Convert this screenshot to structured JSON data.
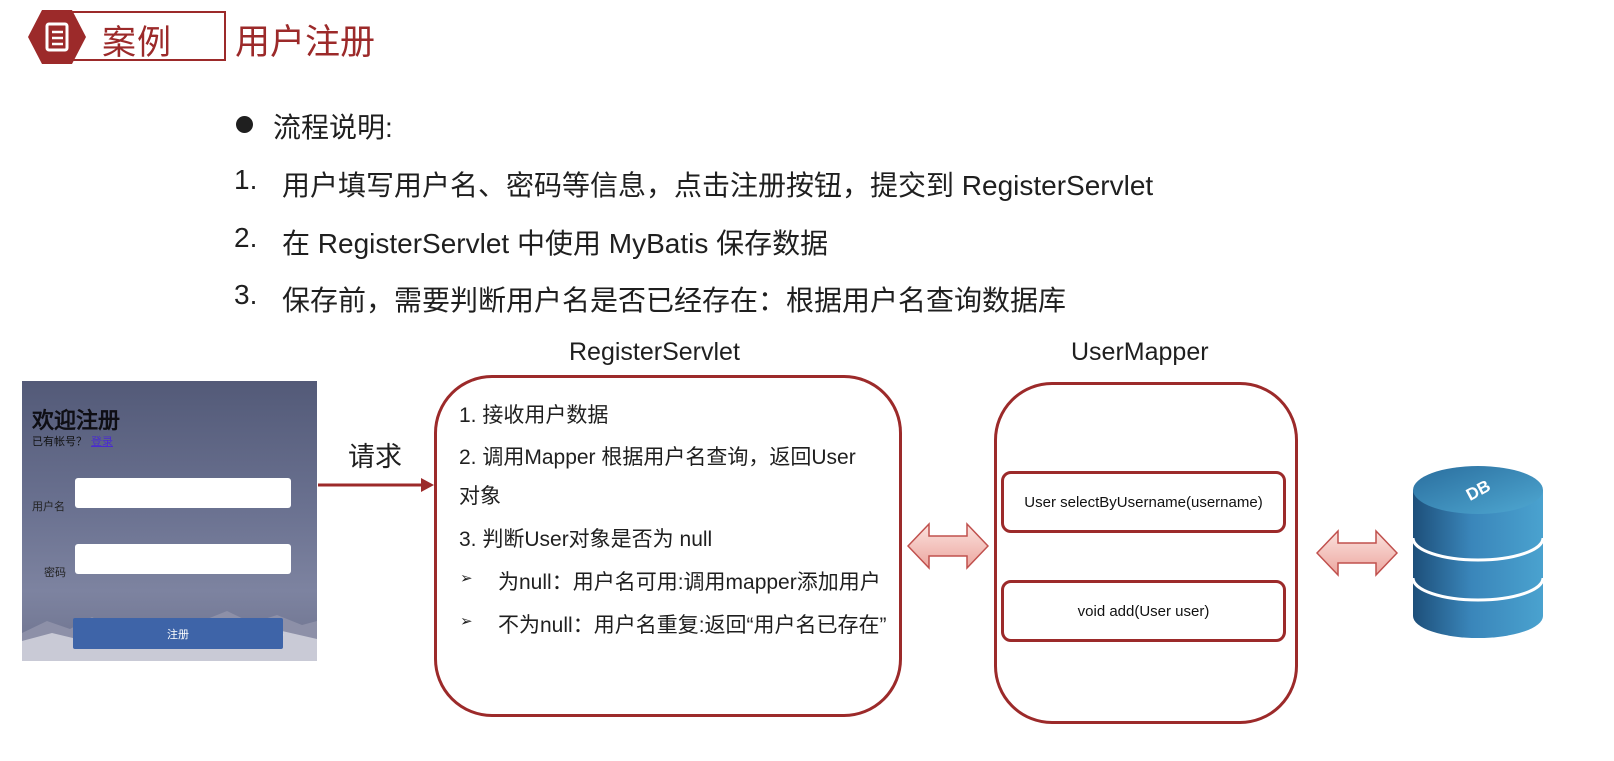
{
  "header": {
    "case_label": "案例",
    "title": "用户注册"
  },
  "process": {
    "heading": "流程说明:",
    "steps": [
      {
        "num": "1.",
        "text": "用户填写用户名、密码等信息，点击注册按钮，提交到 RegisterServlet"
      },
      {
        "num": "2.",
        "text": "在 RegisterServlet 中使用 MyBatis 保存数据"
      },
      {
        "num": "3.",
        "text": "保存前，需要判断用户名是否已经存在：根据用户名查询数据库"
      }
    ]
  },
  "register_form": {
    "title": "欢迎注册",
    "hint_text": "已有帐号？",
    "login_link": "登录",
    "username_label": "用户名",
    "password_label": "密码",
    "submit_label": "注册"
  },
  "request_label": "请求",
  "servlet": {
    "title": "RegisterServlet",
    "steps": [
      "1. 接收用户数据",
      "2. 调用Mapper 根据用户名查询，返回User",
      "对象",
      "3. 判断User对象是否为 null"
    ],
    "sub_steps": [
      "为null：用户名可用:调用mapper添加用户",
      "不为null：用户名重复:返回“用户名已存在”"
    ],
    "sub_marker": "➢"
  },
  "mapper": {
    "title": "UserMapper",
    "methods": [
      "User selectByUsername(username)",
      "void add(User user)"
    ]
  },
  "database": {
    "label": "DB"
  },
  "colors": {
    "accent": "#9c2a2a",
    "arrow_fill": "#f2c4bf",
    "db_blue": "#2f6f9c"
  }
}
